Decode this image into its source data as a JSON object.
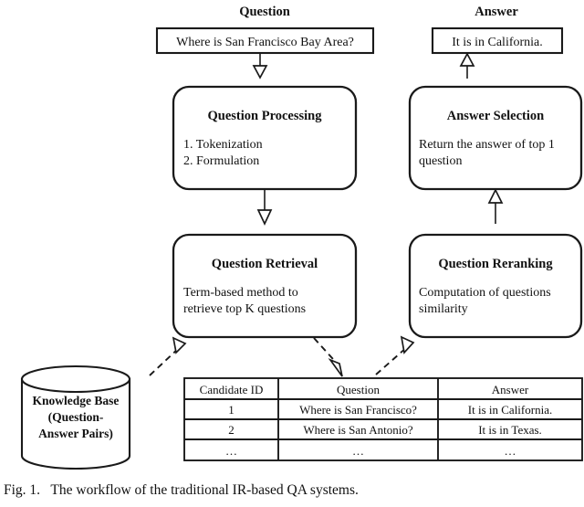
{
  "figure": {
    "column_headers": {
      "left": "Question",
      "right": "Answer"
    },
    "io_boxes": {
      "question_input": "Where is San Francisco Bay Area?",
      "answer_output": "It is in California."
    },
    "stages": [
      {
        "id": "question-processing",
        "title": "Question Processing",
        "lines": [
          "1. Tokenization",
          "2. Formulation"
        ]
      },
      {
        "id": "answer-selection",
        "title": "Answer Selection",
        "lines": [
          "Return the answer of top 1",
          "question"
        ]
      },
      {
        "id": "question-retrieval",
        "title": "Question Retrieval",
        "lines": [
          "Term-based method to",
          "retrieve top K questions"
        ]
      },
      {
        "id": "question-reranking",
        "title": "Question Reranking",
        "lines": [
          "Computation of questions",
          "similarity"
        ]
      }
    ],
    "knowledge_base": {
      "lines": [
        "Knowledge Base",
        "(Question-",
        "Answer Pairs)"
      ]
    },
    "candidate_table": {
      "headers": [
        "Candidate ID",
        "Question",
        "Answer"
      ],
      "rows": [
        [
          "1",
          "Where is San Francisco?",
          "It is in California."
        ],
        [
          "2",
          "Where is San Antonio?",
          "It is in Texas."
        ],
        [
          "…",
          "…",
          "…"
        ]
      ]
    },
    "caption": "Fig. 1.   The workflow of the traditional IR-based QA systems.",
    "colors": {
      "stroke": "#1a1a1a",
      "fill": "#ffffff",
      "text": "#111111"
    }
  }
}
